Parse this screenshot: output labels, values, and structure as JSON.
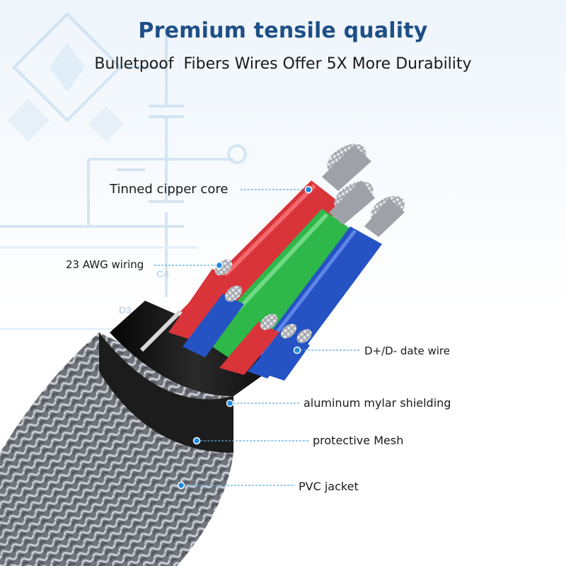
{
  "header": {
    "title": "Premium tensile quality",
    "subtitle": "Bulletpoof  Fibers Wires Offer 5X More Durability"
  },
  "callouts": {
    "core": "Tinned cipper core",
    "awg": "23 AWG wiring",
    "data_wire": "D+/D- date wire",
    "shielding": "aluminum mylar shielding",
    "mesh": "protective Mesh",
    "jacket": "PVC jacket"
  },
  "background_circuit": {
    "component_labels": [
      "C4",
      "D3"
    ]
  },
  "colors": {
    "title": "#1e4f86",
    "leader_line": "#5ba8e0",
    "dot": "#1f8be0",
    "wire_red": "#d8343a",
    "wire_green": "#2fb84a",
    "wire_blue": "#2553c4",
    "shield_black": "#141414",
    "braid_gray": "#8c8f96"
  }
}
